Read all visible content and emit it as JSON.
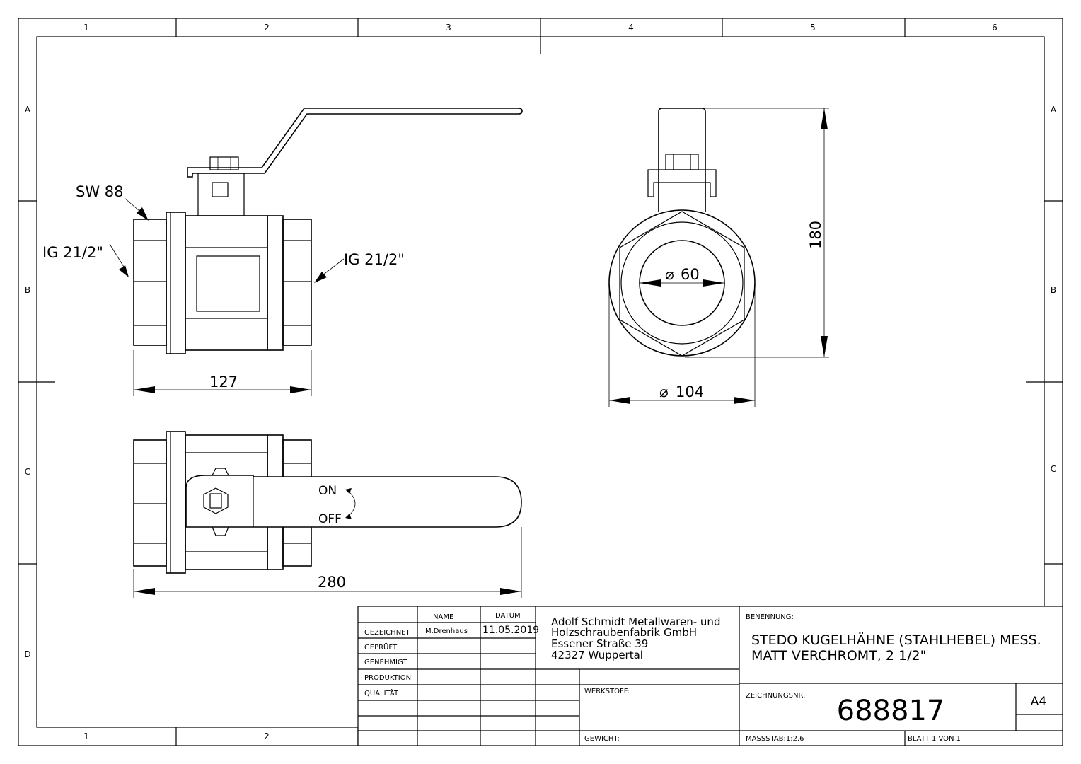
{
  "zones": {
    "columns": [
      "1",
      "2",
      "3",
      "4",
      "5",
      "6"
    ],
    "rows": [
      "A",
      "B",
      "C",
      "D"
    ],
    "bottom_columns": [
      "1",
      "2"
    ]
  },
  "dimensions": {
    "wrench_size": "SW 88",
    "thread_left": "IG 21/2\"",
    "thread_right": "IG 21/2\"",
    "body_length": "127",
    "overall_length": "280",
    "height": "180",
    "bore_diameter": "60",
    "outer_diameter": "104",
    "diameter_symbol": "⌀"
  },
  "lever_labels": {
    "on": "ON",
    "off": "OFF"
  },
  "title_block": {
    "headers": {
      "name": "NAME",
      "date": "DATUM"
    },
    "rows": [
      {
        "label": "GEZEICHNET",
        "name": "M.Drenhaus",
        "date": "11.05.2019"
      },
      {
        "label": "GEPRÜFT"
      },
      {
        "label": "GENEHMIGT"
      },
      {
        "label": "PRODUKTION"
      },
      {
        "label": "QUALITÄT"
      }
    ],
    "company": [
      "Adolf Schmidt Metallwaren- und",
      "Holzschraubenfabrik GmbH",
      "Essener Straße 39",
      "42327 Wuppertal"
    ],
    "material_label": "WERKSTOFF:",
    "weight_label": "GEWICHT:",
    "designation_label": "BENENNUNG:",
    "designation": [
      "STEDO KUGELHÄHNE (STAHLHEBEL) MESS.",
      "MATT VERCHROMT, 2 1/2\""
    ],
    "drawing_no_label": "ZEICHNUNGSNR.",
    "drawing_no": "688817",
    "format": "A4",
    "scale": "MASSSTAB:1:2.6",
    "sheet": "BLATT 1 VON 1"
  }
}
